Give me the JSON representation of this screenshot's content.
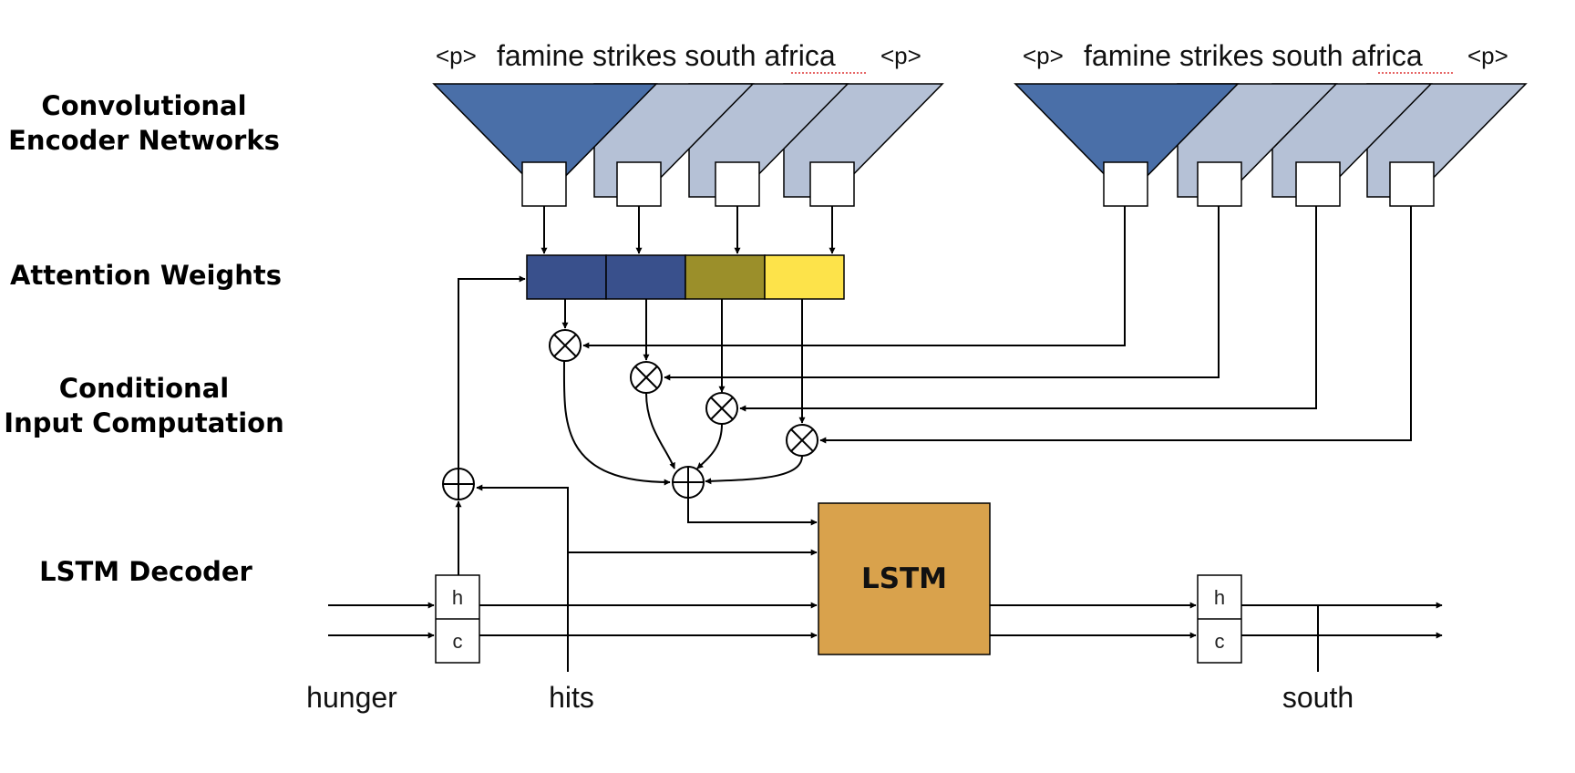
{
  "row_labels": {
    "encoder_line1": "Convolutional",
    "encoder_line2": "Encoder Networks",
    "attention": "Attention Weights",
    "conditional_line1": "Conditional",
    "conditional_line2": "Input Computation",
    "decoder": "LSTM Decoder"
  },
  "encoder_left": {
    "start_token": "<p>",
    "sentence": "famine strikes south africa",
    "end_token": "<p>",
    "underlined_word": "africa"
  },
  "encoder_right": {
    "start_token": "<p>",
    "sentence": "famine strikes south africa",
    "end_token": "<p>",
    "underlined_word": "africa"
  },
  "decoder": {
    "lstm_label": "LSTM",
    "cell_h": "h",
    "cell_c": "c",
    "words": [
      "hunger",
      "hits",
      "south"
    ]
  },
  "colors": {
    "encoder_active": "#4a6fa8",
    "encoder_inactive": "#b5c1d6",
    "attention": [
      "#39508c",
      "#39508c",
      "#9b8f2a",
      "#fde34a"
    ],
    "lstm_fill": "#d9a24c"
  }
}
